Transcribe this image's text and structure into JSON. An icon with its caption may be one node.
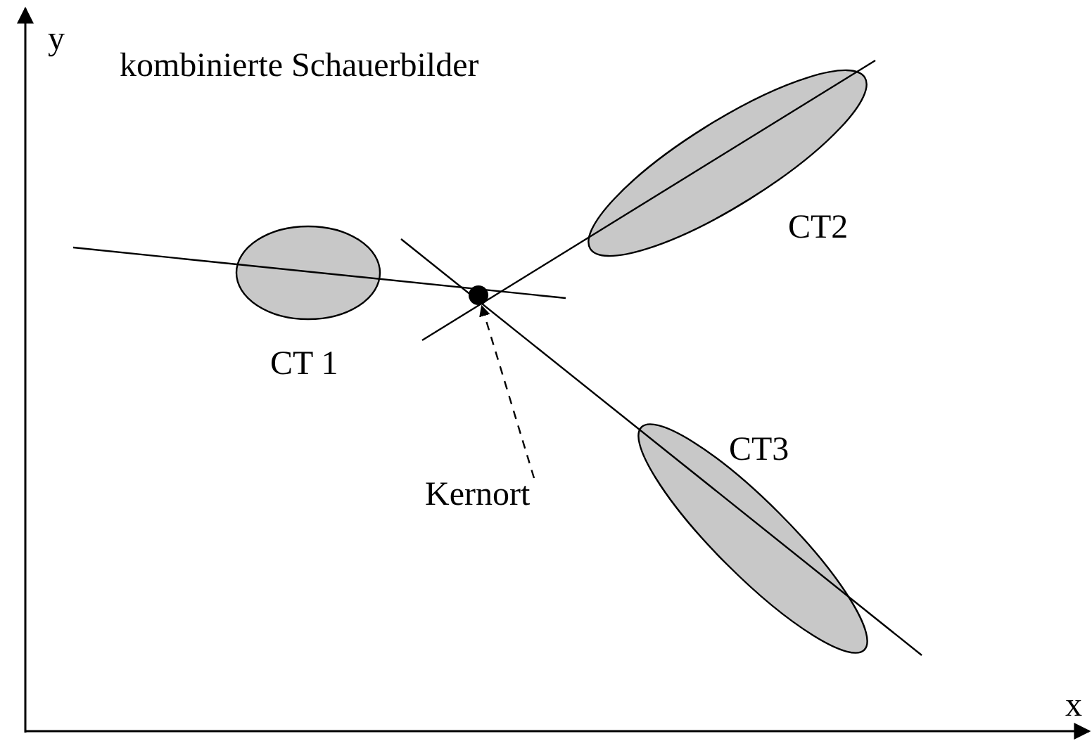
{
  "diagram": {
    "title": "kombinierte Schauerbilder",
    "nodes": [
      {
        "text": [
          "Kernort"
        ]
      },
      {
        "text": [],
        "shape": "circle"
      }
    ],
    "edges": [
      {
        "from": 0,
        "to": 1,
        "arrow": "to",
        "style": "dashed"
      }
    ],
    "labels": [
      "y",
      "CT2",
      "CT 1",
      "CT3",
      "x"
    ]
  }
}
